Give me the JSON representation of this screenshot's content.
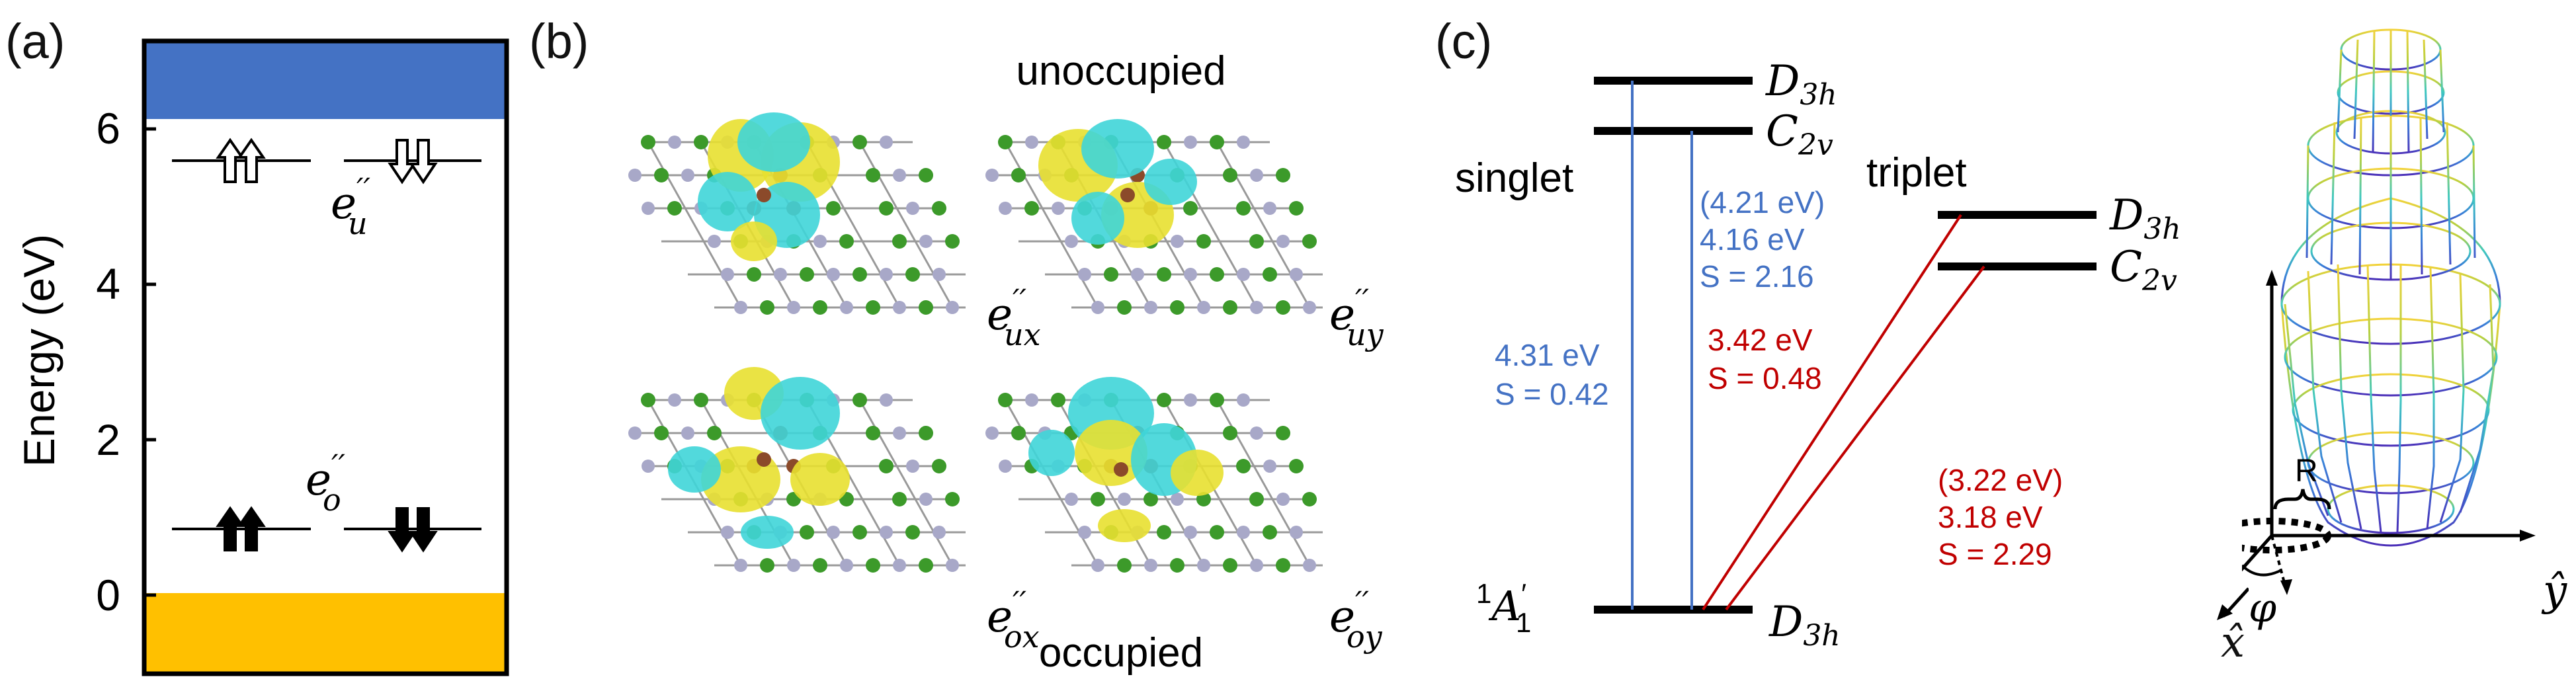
{
  "panel_a": {
    "label": "(a)",
    "y_axis_label": "Energy (eV)",
    "y_ticks": [
      "0",
      "2",
      "4",
      "6"
    ],
    "level_upper": {
      "name": "e",
      "sup": "′′",
      "sub": "u",
      "energy_eV": 5.45
    },
    "level_lower": {
      "name": "e",
      "sup": "′′",
      "sub": "o",
      "energy_eV": 0.85
    },
    "conduction_band_start_eV": 6.0,
    "valence_band_top_eV": 0.0,
    "colors": {
      "conduction_band": "#4472c4",
      "valence_band": "#ffc000"
    }
  },
  "panel_b": {
    "label": "(b)",
    "top_caption": "unoccupied",
    "bottom_caption": "occupied",
    "orbitals": [
      {
        "name": "e",
        "sup": "′′",
        "sub": "ux"
      },
      {
        "name": "e",
        "sup": "′′",
        "sub": "uy"
      },
      {
        "name": "e",
        "sup": "′′",
        "sub": "ox"
      },
      {
        "name": "e",
        "sup": "′′",
        "sub": "oy"
      }
    ],
    "colors": {
      "lobe_positive": "#e8e030",
      "lobe_negative": "#3fd5d8",
      "atom_green": "#3c9a2a",
      "atom_grey": "#a8a8c8",
      "atom_brown": "#8b4a2a"
    }
  },
  "panel_c": {
    "label": "(c)",
    "singlet_label": "singlet",
    "triplet_label": "triplet",
    "ground_state": {
      "letter": "A",
      "sup_left": "1",
      "sup": "′",
      "sub": "1"
    },
    "levels": [
      {
        "group": "D",
        "sub": "3h",
        "state": "singlet"
      },
      {
        "group": "C",
        "sub": "2v",
        "state": "singlet"
      },
      {
        "group": "D",
        "sub": "3h",
        "state": "triplet"
      },
      {
        "group": "C",
        "sub": "2v",
        "state": "triplet"
      },
      {
        "group": "D",
        "sub": "3h",
        "state": "ground"
      }
    ],
    "annotations": {
      "singlet_d3h": [
        "4.31 eV",
        "S = 0.42"
      ],
      "singlet_c2v": [
        "(4.21 eV)",
        "4.16 eV",
        "S = 2.16"
      ],
      "triplet_d3h": [
        "3.42 eV",
        "S = 0.48"
      ],
      "triplet_c2v": [
        "(3.22 eV)",
        "3.18 eV",
        "S = 2.29"
      ]
    },
    "colors": {
      "singlet": "#4472c4",
      "triplet": "#c00000"
    }
  },
  "panel_d": {
    "radius_label": "R",
    "angle_label": "φ",
    "x_axis": "x̂",
    "y_axis": "ŷ"
  }
}
